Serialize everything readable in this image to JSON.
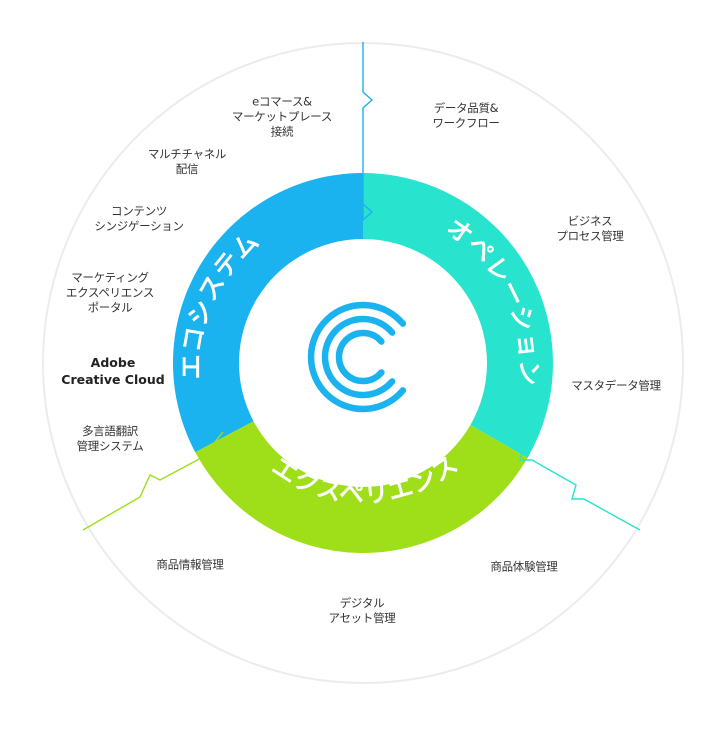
{
  "colors": {
    "ecosystem": "#1ab2ef",
    "operation": "#28e3cd",
    "experience": "#9fdf19",
    "logo": "#1ab2ef",
    "outer_ring": "#eeeeee",
    "text": "#333333"
  },
  "segments": {
    "ecosystem": "エコシステム",
    "operation": "オペレーション",
    "experience": "エクスペリエンス"
  },
  "center_icon": "c-logo-icon",
  "labels": {
    "ec_marketplace": [
      "eコマース&",
      "マーケットプレース",
      "接続"
    ],
    "multichannel": [
      "マルチチャネル",
      "配信"
    ],
    "content_syndication": [
      "コンテンツ",
      "シンジゲーション"
    ],
    "experience_portal": [
      "マーケティング",
      "エクスペリエンス",
      "ポータル"
    ],
    "adobe": [
      "Adobe",
      "Creative Cloud"
    ],
    "translation": [
      "多言語翻訳",
      "管理システム"
    ],
    "data_quality": [
      "データ品質&",
      "ワークフロー"
    ],
    "bpm": [
      "ビジネス",
      "プロセス管理"
    ],
    "mdm": [
      "マスタデータ管理"
    ],
    "pim": [
      "商品情報管理"
    ],
    "pxm": [
      "商品体験管理"
    ],
    "dam": [
      "デジタル",
      "アセット管理"
    ]
  }
}
